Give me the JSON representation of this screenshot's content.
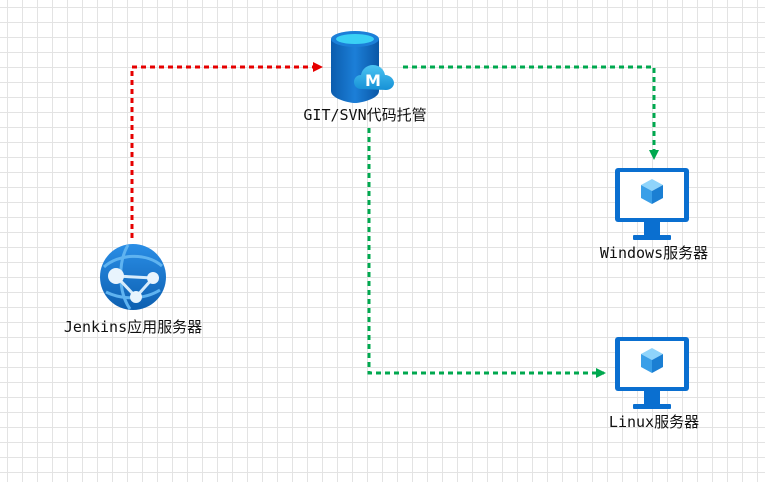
{
  "diagram": {
    "nodes": {
      "repo": {
        "label": "GIT/SVN代码托管",
        "icon": "database-icon",
        "badge": "M"
      },
      "jenkins": {
        "label": "Jenkins应用服务器",
        "icon": "web-app-icon"
      },
      "windows": {
        "label": "Windows服务器",
        "icon": "monitor-icon"
      },
      "linux": {
        "label": "Linux服务器",
        "icon": "monitor-icon"
      }
    },
    "edges": [
      {
        "from": "jenkins",
        "to": "repo",
        "style": "dashed",
        "color": "#e60000"
      },
      {
        "from": "repo",
        "to": "windows",
        "style": "dashed",
        "color": "#00a84f"
      },
      {
        "from": "repo",
        "to": "linux",
        "style": "dashed",
        "color": "#00a84f"
      }
    ]
  }
}
